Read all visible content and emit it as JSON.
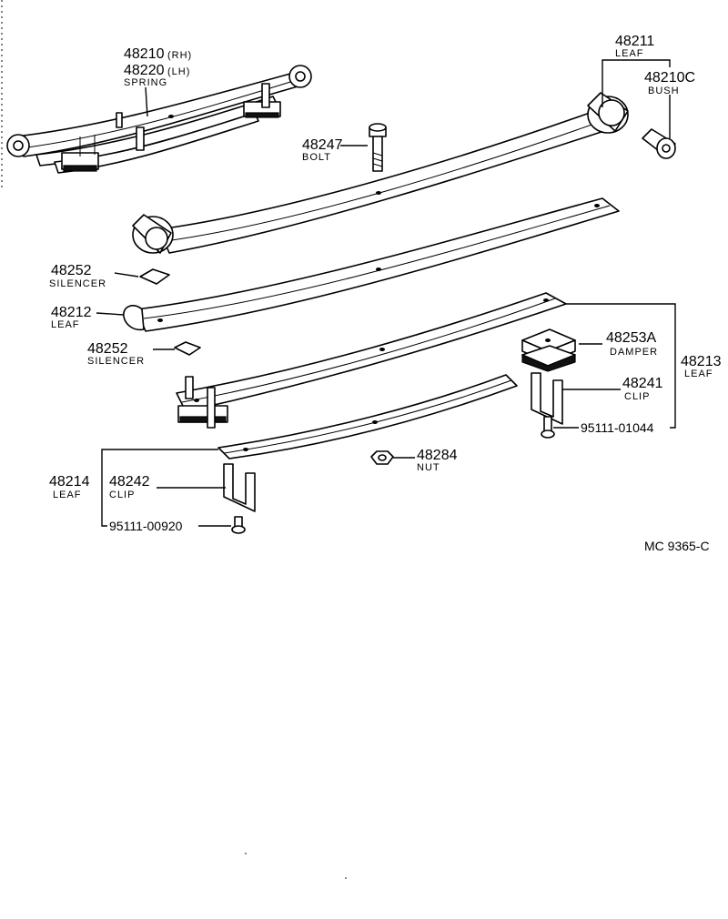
{
  "labels": {
    "p48210": "48210",
    "p48210_suffix": "(RH)",
    "p48220": "48220",
    "p48220_suffix": "(LH)",
    "spring": "SPRING",
    "p48211": "48211",
    "leaf_a": "LEAF",
    "p48210c": "48210C",
    "bush": "BUSH",
    "p48247": "48247",
    "bolt": "BOLT",
    "p48252a": "48252",
    "silencer_a": "SILENCER",
    "p48212": "48212",
    "leaf_b": "LEAF",
    "p48252b": "48252",
    "silencer_b": "SILENCER",
    "p48253a": "48253A",
    "damper": "DAMPER",
    "p48213": "48213",
    "leaf_c": "LEAF",
    "p48241": "48241",
    "clip_a": "CLIP",
    "p95111_01044": "95111-01044",
    "p48284": "48284",
    "nut": "NUT",
    "p48214": "48214",
    "leaf_d": "LEAF",
    "p48242": "48242",
    "clip_b": "CLIP",
    "p95111_00920": "95111-00920",
    "code": "MC  9365-C"
  }
}
